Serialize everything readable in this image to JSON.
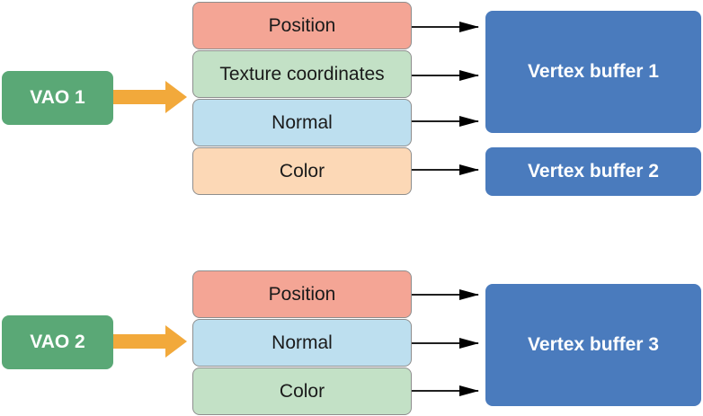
{
  "group1": {
    "vao_label": "VAO 1",
    "attributes": [
      "Position",
      "Texture coordinates",
      "Normal",
      "Color"
    ],
    "buffers": [
      "Vertex buffer 1",
      "Vertex buffer 2"
    ]
  },
  "group2": {
    "vao_label": "VAO 2",
    "attributes": [
      "Position",
      "Normal",
      "Color"
    ],
    "buffers": [
      "Vertex buffer 3"
    ]
  },
  "colors": {
    "vao": "#5aa876",
    "buffer": "#4a7bbd",
    "vao_arrow": "#f2a93b",
    "position": "#f4a595",
    "texture_coordinates": "#c3e1c6",
    "normal": "#bddfef",
    "color_attr_group1": "#fcd8b6",
    "color_attr_group2": "#c3e1c6",
    "connector": "#000000"
  }
}
